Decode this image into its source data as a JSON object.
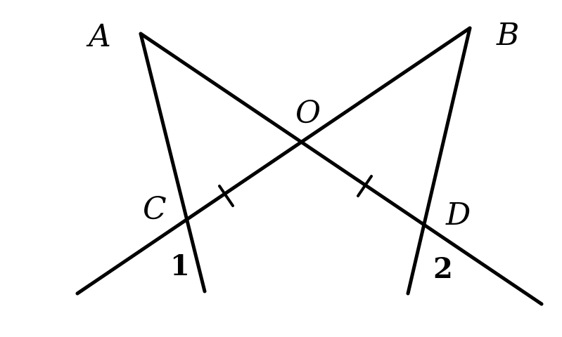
{
  "figure": {
    "points": {
      "A": "A",
      "B": "B",
      "O": "O",
      "C": "C",
      "D": "D"
    },
    "angles": {
      "angle_1": "1",
      "angle_2": "2"
    },
    "segments": [
      "AD",
      "BC",
      "AC",
      "BD"
    ],
    "equal_marks": [
      "OC",
      "OD"
    ],
    "stroke_color": "#000000",
    "background_color": "#ffffff"
  }
}
